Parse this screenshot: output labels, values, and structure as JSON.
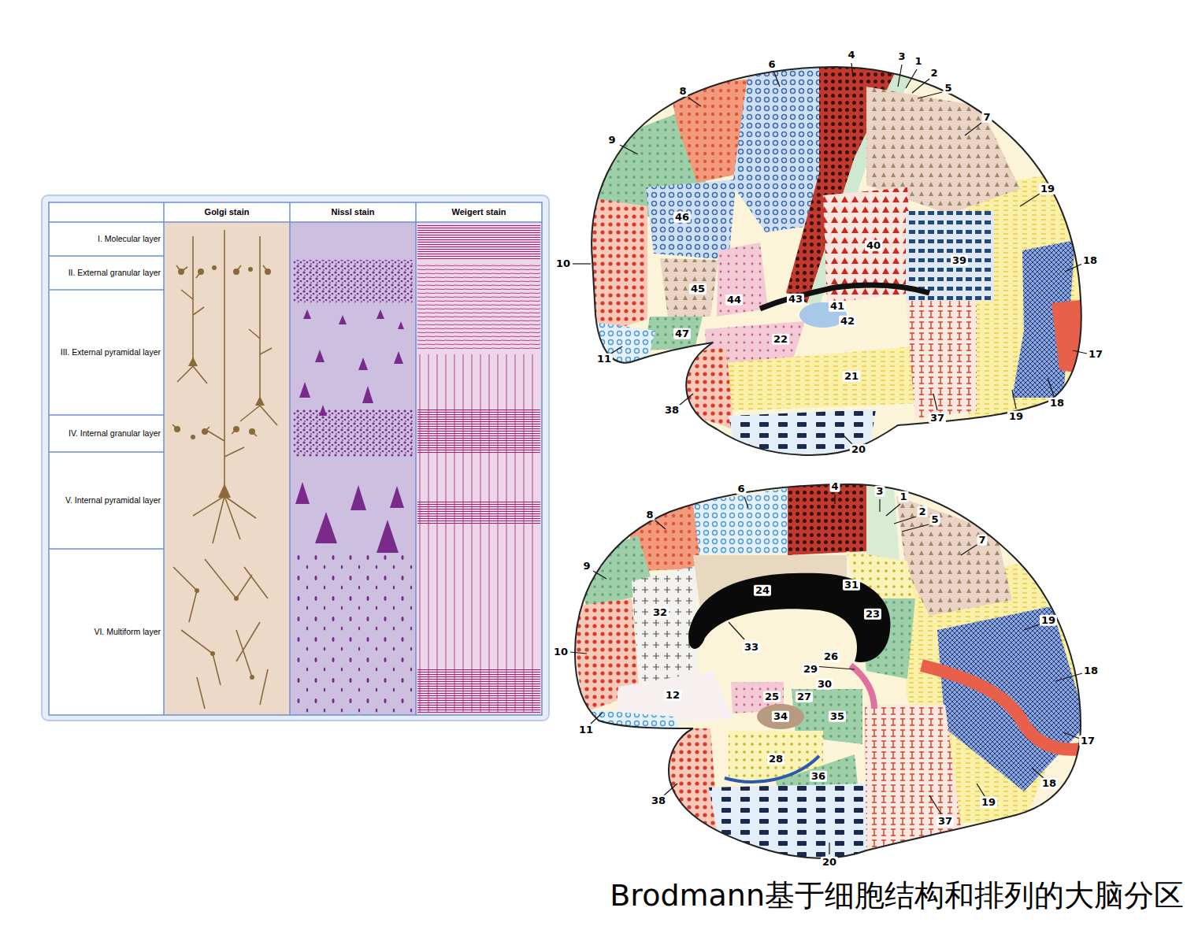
{
  "diagram": {
    "caption": "Brodmann基于细胞结构和排列的大脑分区",
    "labels": [
      "Golgi stain",
      "Nissl stain",
      "Weigert stain",
      "I. Molecular layer",
      "II. External granular layer",
      "III. External pyramidal layer",
      "IV. Internal granular layer",
      "V. Internal pyramidal layer",
      "VI. Multiform layer",
      "4",
      "3",
      "1",
      "2",
      "5",
      "6",
      "8",
      "7",
      "9",
      "19",
      "46",
      "40",
      "39",
      "18",
      "10",
      "45",
      "44",
      "43",
      "41",
      "42",
      "47",
      "22",
      "11",
      "17",
      "21",
      "38",
      "37",
      "19",
      "18",
      "20",
      "6",
      "4",
      "3",
      "1",
      "2",
      "5",
      "8",
      "7",
      "9",
      "24",
      "31",
      "19",
      "32",
      "23",
      "33",
      "10",
      "26",
      "18",
      "29",
      "30",
      "12",
      "25",
      "27",
      "11",
      "34",
      "35",
      "17",
      "28",
      "36",
      "18",
      "38",
      "19",
      "37",
      "20"
    ]
  }
}
